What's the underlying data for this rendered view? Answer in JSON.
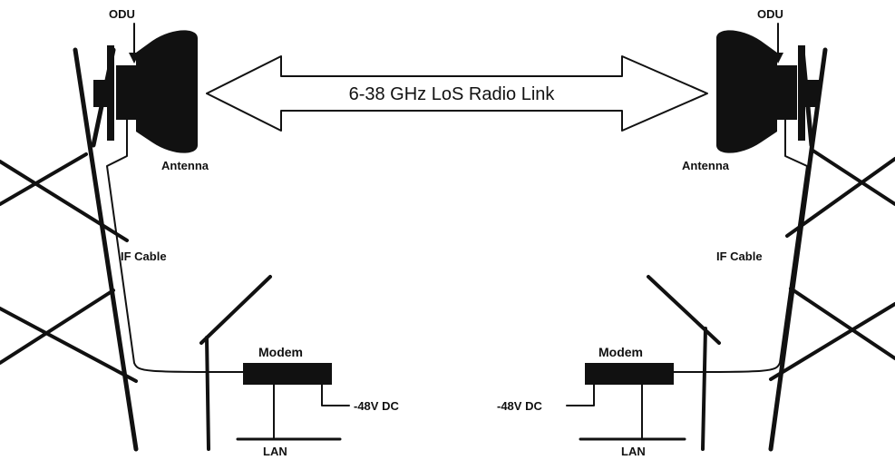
{
  "link": {
    "label": "6-38 GHz LoS Radio Link"
  },
  "left": {
    "odu": "ODU",
    "antenna": "Antenna",
    "if_cable": "IF Cable",
    "modem": "Modem",
    "dc": "-48V DC",
    "lan": "LAN"
  },
  "right": {
    "odu": "ODU",
    "antenna": "Antenna",
    "if_cable": "IF Cable",
    "modem": "Modem",
    "dc": "-48V DC",
    "lan": "LAN"
  },
  "colors": {
    "ink": "#111111",
    "arrow_fill": "#ffffff"
  }
}
